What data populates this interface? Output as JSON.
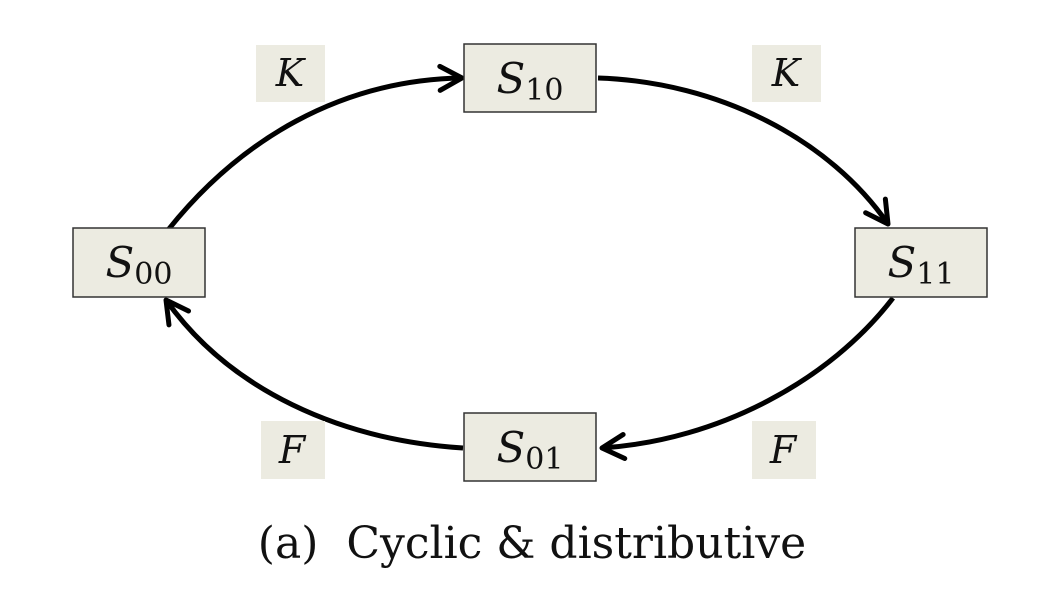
{
  "diagram": {
    "nodes": [
      {
        "id": "s00",
        "base": "S",
        "sub": "00"
      },
      {
        "id": "s10",
        "base": "S",
        "sub": "10"
      },
      {
        "id": "s11",
        "base": "S",
        "sub": "11"
      },
      {
        "id": "s01",
        "base": "S",
        "sub": "01"
      }
    ],
    "edge_labels": {
      "top_left": "K",
      "top_right": "K",
      "bottom_left": "F",
      "bottom_right": "F"
    },
    "caption": "(a)  Cyclic & distributive",
    "colors": {
      "node_fill": "#ecebe1",
      "label_fill": "#ecebe1",
      "node_border": "#333333",
      "edge": "#000000"
    }
  }
}
